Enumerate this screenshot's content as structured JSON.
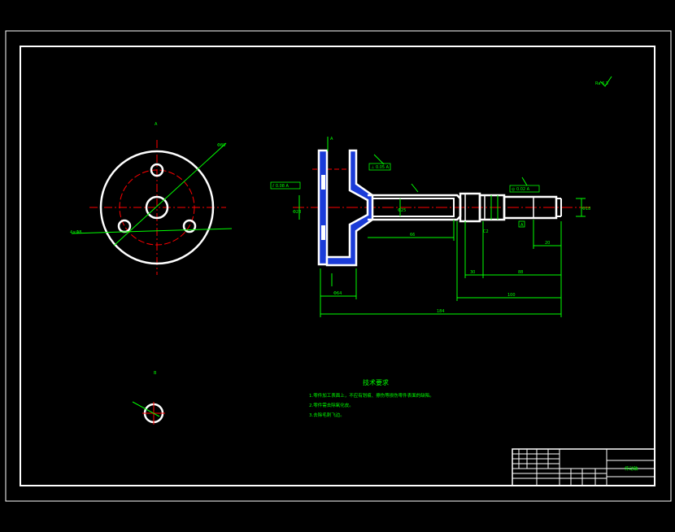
{
  "drawing": {
    "roughness_symbol": "Ra 6.3",
    "views": {
      "end_view_label": "A",
      "small_view_label": "B"
    },
    "front_view": {
      "section_label": "A",
      "tolerance_frames": [
        "⫽ 0.08 A",
        "⊥ 0.05 A",
        "◎ 0.02 A"
      ],
      "datum": "A",
      "dimensions": {
        "dim_flange_width": "Φ64",
        "dim_neck": "Φ28",
        "dim_total_length": "184",
        "dim_shaft_length": "88",
        "dim_mid_length": "100",
        "dim_step_a": "30",
        "dim_step_b": "66",
        "dim_end": "20",
        "dim_hole": "Φ25",
        "dim_small": "Φ18",
        "dim_chamfer": "C2"
      }
    },
    "technical_requirements": {
      "title": "技术要求",
      "items": [
        "1.零件加工表面上，不应有划痕、擦伤等损伤零件表面的缺陷。",
        "2.零件需去除氧化皮。",
        "3.去除毛刺飞边。"
      ]
    },
    "title_block": {
      "part_name": "传动轴"
    }
  },
  "colors": {
    "background": "#000000",
    "outline": "#ffffff",
    "dimension": "#00ff00",
    "centerline": "#ff0000",
    "hatch": "#3b6cff"
  }
}
